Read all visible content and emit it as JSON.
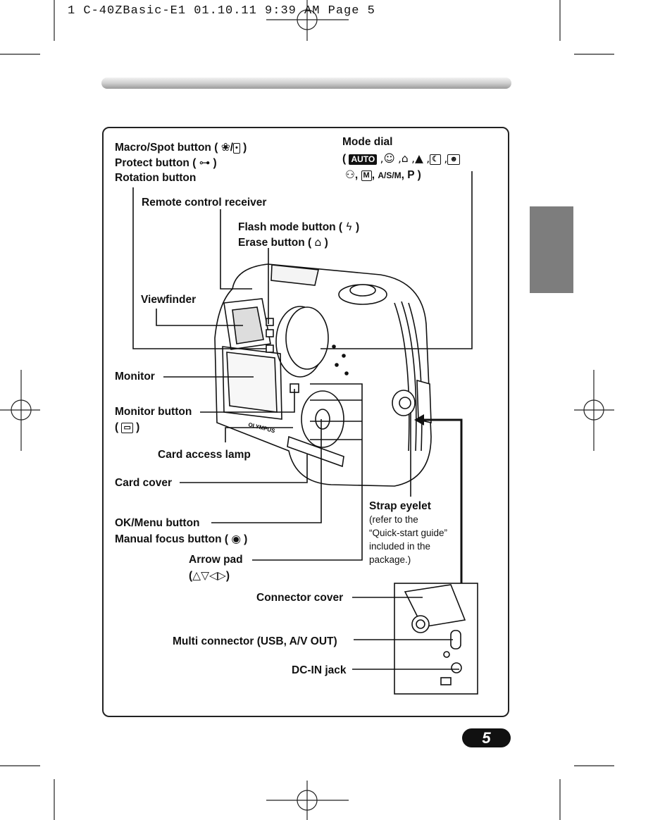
{
  "header": {
    "slug": "1 C-40ZBasic-E1  01.10.11 9:39 AM  Page 5"
  },
  "labels": {
    "macro_spot": "Macro/Spot button (",
    "protect": "Protect button (",
    "rotation": "Rotation button",
    "remote": "Remote control receiver",
    "flash": "Flash mode button (",
    "erase": "Erase button (",
    "viewfinder": "Viewfinder",
    "monitor": "Monitor",
    "monitor_button": "Monitor button",
    "card_lamp": "Card access lamp",
    "card_cover": "Card cover",
    "ok_menu": "OK/Menu button",
    "manual_focus": "Manual focus button (",
    "arrow_pad": "Arrow pad",
    "connector_cover": "Connector cover",
    "multi_connector": "Multi connector (USB, A/V OUT)",
    "dc_in": "DC-IN jack",
    "mode_dial": "Mode dial",
    "strap_eyelet": "Strap eyelet",
    "strap_note_1": "(refer to the",
    "strap_note_2": "“Quick-start guide”",
    "strap_note_3": "included in the",
    "strap_note_4": "package.)"
  },
  "mode_dial_modes": {
    "auto": "AUTO",
    "asm": "A/S/M",
    "p": "P"
  },
  "camera_brand": "OLYMPUS",
  "page_number": "5",
  "icons": {
    "macro": "macro-flower-icon",
    "spot": "spot-metering-icon",
    "protect": "key-icon",
    "flash": "lightning-icon",
    "erase": "trash-icon",
    "monitor": "monitor-icon",
    "manual_focus": "manual-focus-icon",
    "arrows": "arrow-triangles-icon"
  }
}
